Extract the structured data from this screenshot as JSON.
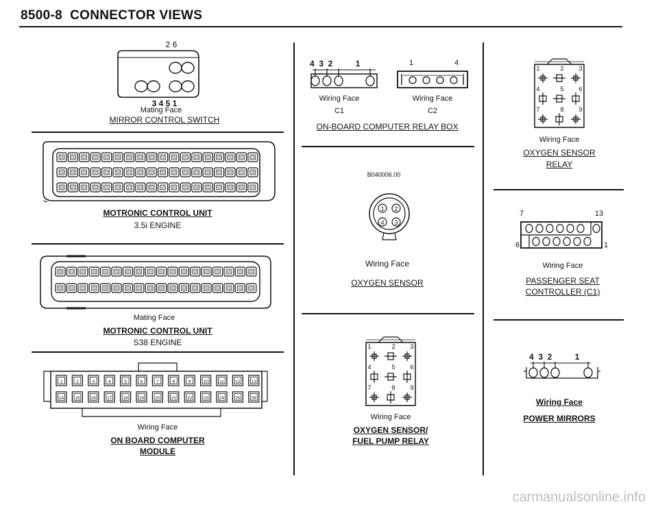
{
  "header": {
    "code": "8500-8",
    "title": "CONNECTOR VIEWS"
  },
  "mirror_switch": {
    "top_pins": "2 6",
    "bottom_pins": "3  4    5  1",
    "face_label": "Mating Face",
    "title": "MIRROR CONTROL SWITCH"
  },
  "motronic_35": {
    "title": "MOTRONIC CONTROL UNIT",
    "subtitle": "3.5i ENGINE"
  },
  "motronic_s38": {
    "face_label": "Mating Face",
    "title": "MOTRONIC CONTROL UNIT",
    "subtitle": "S38 ENGINE"
  },
  "on_board_computer": {
    "row1_pins": [
      "1",
      "2",
      "3",
      "4",
      "5",
      "6",
      "7",
      "8",
      "9",
      "10",
      "11",
      "12",
      "13"
    ],
    "row2_pins": [
      "14",
      "15",
      "16",
      "17",
      "18",
      "19",
      "20",
      "21",
      "22",
      "23",
      "24",
      "25",
      "26"
    ],
    "face_label": "Wiring Face",
    "title_line1": "ON BOARD COMPUTER",
    "title_line2": "MODULE"
  },
  "relay_box": {
    "c1_pins": "4  3  2          1",
    "c1_face": "Wiring Face",
    "c1_label": "C1",
    "c2_left": "1",
    "c2_right": "4",
    "c2_face": "Wiring Face",
    "c2_label": "C2",
    "title": "ON-BOARD COMPUTER RELAY BOX"
  },
  "oxygen_sensor": {
    "ref_code": "B040006.00",
    "pins": [
      "1",
      "2",
      "4",
      "3"
    ],
    "face_label": "Wiring Face",
    "title": "OXYGEN SENSOR"
  },
  "oxygen_fuel_relay": {
    "pins": [
      "1",
      "2",
      "3",
      "4",
      "5",
      "6",
      "7",
      "8",
      "9"
    ],
    "face_label": "Wiring Face",
    "title_line1": "OXYGEN SENSOR/",
    "title_line2": "FUEL PUMP RELAY"
  },
  "oxygen_relay": {
    "pins": [
      "1",
      "2",
      "3",
      "4",
      "5",
      "6",
      "7",
      "8",
      "9"
    ],
    "face_label": "Wiring Face",
    "title_line1": "OXYGEN SENSOR",
    "title_line2": "RELAY"
  },
  "seat_controller": {
    "top_left": "7",
    "top_right": "13",
    "bottom_left": "6",
    "bottom_right": "1",
    "face_label": "Wiring Face",
    "title_line1": "PASSENGER SEAT",
    "title_line2": "CONTROLLER (C1)"
  },
  "power_mirrors": {
    "pins": "4  3  2          1",
    "face_label": "Wiring Face",
    "title": "POWER MIRRORS"
  },
  "watermark": "carmanualsonline.info"
}
